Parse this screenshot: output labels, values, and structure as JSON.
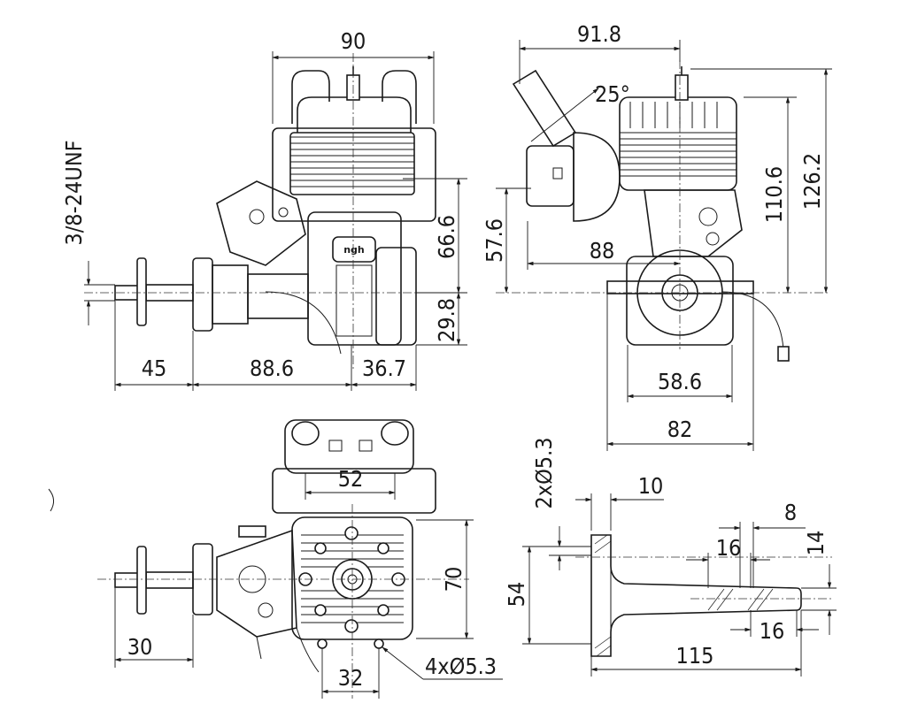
{
  "drawing": {
    "brand_logo": "ngh",
    "views": {
      "side_view": {
        "width_label": "90",
        "thread_label": "3/8-24UNF",
        "height_upper_label": "66.6",
        "height_lower_label": "29.8",
        "length_1_label": "45",
        "length_2_label": "88.6",
        "length_3_label": "36.7"
      },
      "rear_view": {
        "width_label": "91.8",
        "angle_label": "25°",
        "height_1_label": "110.6",
        "height_2_label": "126.2",
        "height_3_label": "57.6",
        "offset_label": "88",
        "mount_label": "58.6",
        "base_label": "82"
      },
      "front_view": {
        "width_top_label": "52",
        "height_label": "70",
        "length_label": "30",
        "bolt_spacing_label": "32",
        "hole_label": "4xØ5.3"
      },
      "mount_view": {
        "hole_label": "2xØ5.3",
        "thickness_label": "10",
        "tip_label": "8",
        "slot_label": "16",
        "slot2_label": "16",
        "height_label": "14",
        "flange_label": "54",
        "length_label": "115"
      }
    }
  }
}
